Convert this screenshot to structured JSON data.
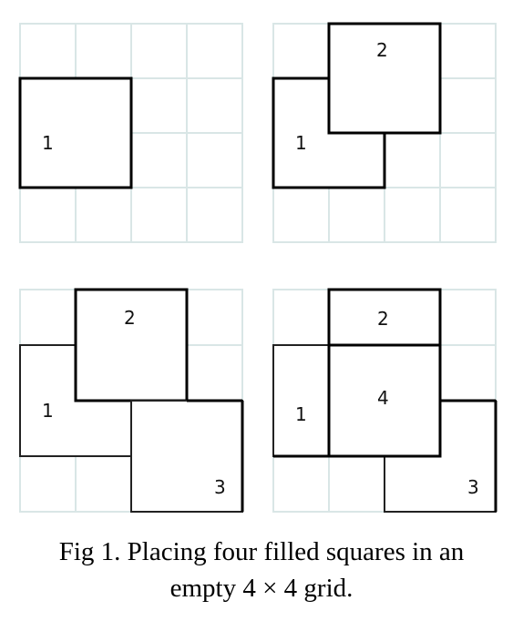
{
  "panels": [
    {
      "squares": [
        {
          "label": "1"
        }
      ]
    },
    {
      "squares": [
        {
          "label": "1"
        },
        {
          "label": "2"
        }
      ]
    },
    {
      "squares": [
        {
          "label": "1"
        },
        {
          "label": "2"
        },
        {
          "label": "3"
        }
      ]
    },
    {
      "squares": [
        {
          "label": "1"
        },
        {
          "label": "2"
        },
        {
          "label": "3"
        },
        {
          "label": "4"
        }
      ]
    }
  ],
  "caption": {
    "line1": "Fig 1. Placing four filled squares in an",
    "line2": "empty 4 × 4 grid."
  }
}
